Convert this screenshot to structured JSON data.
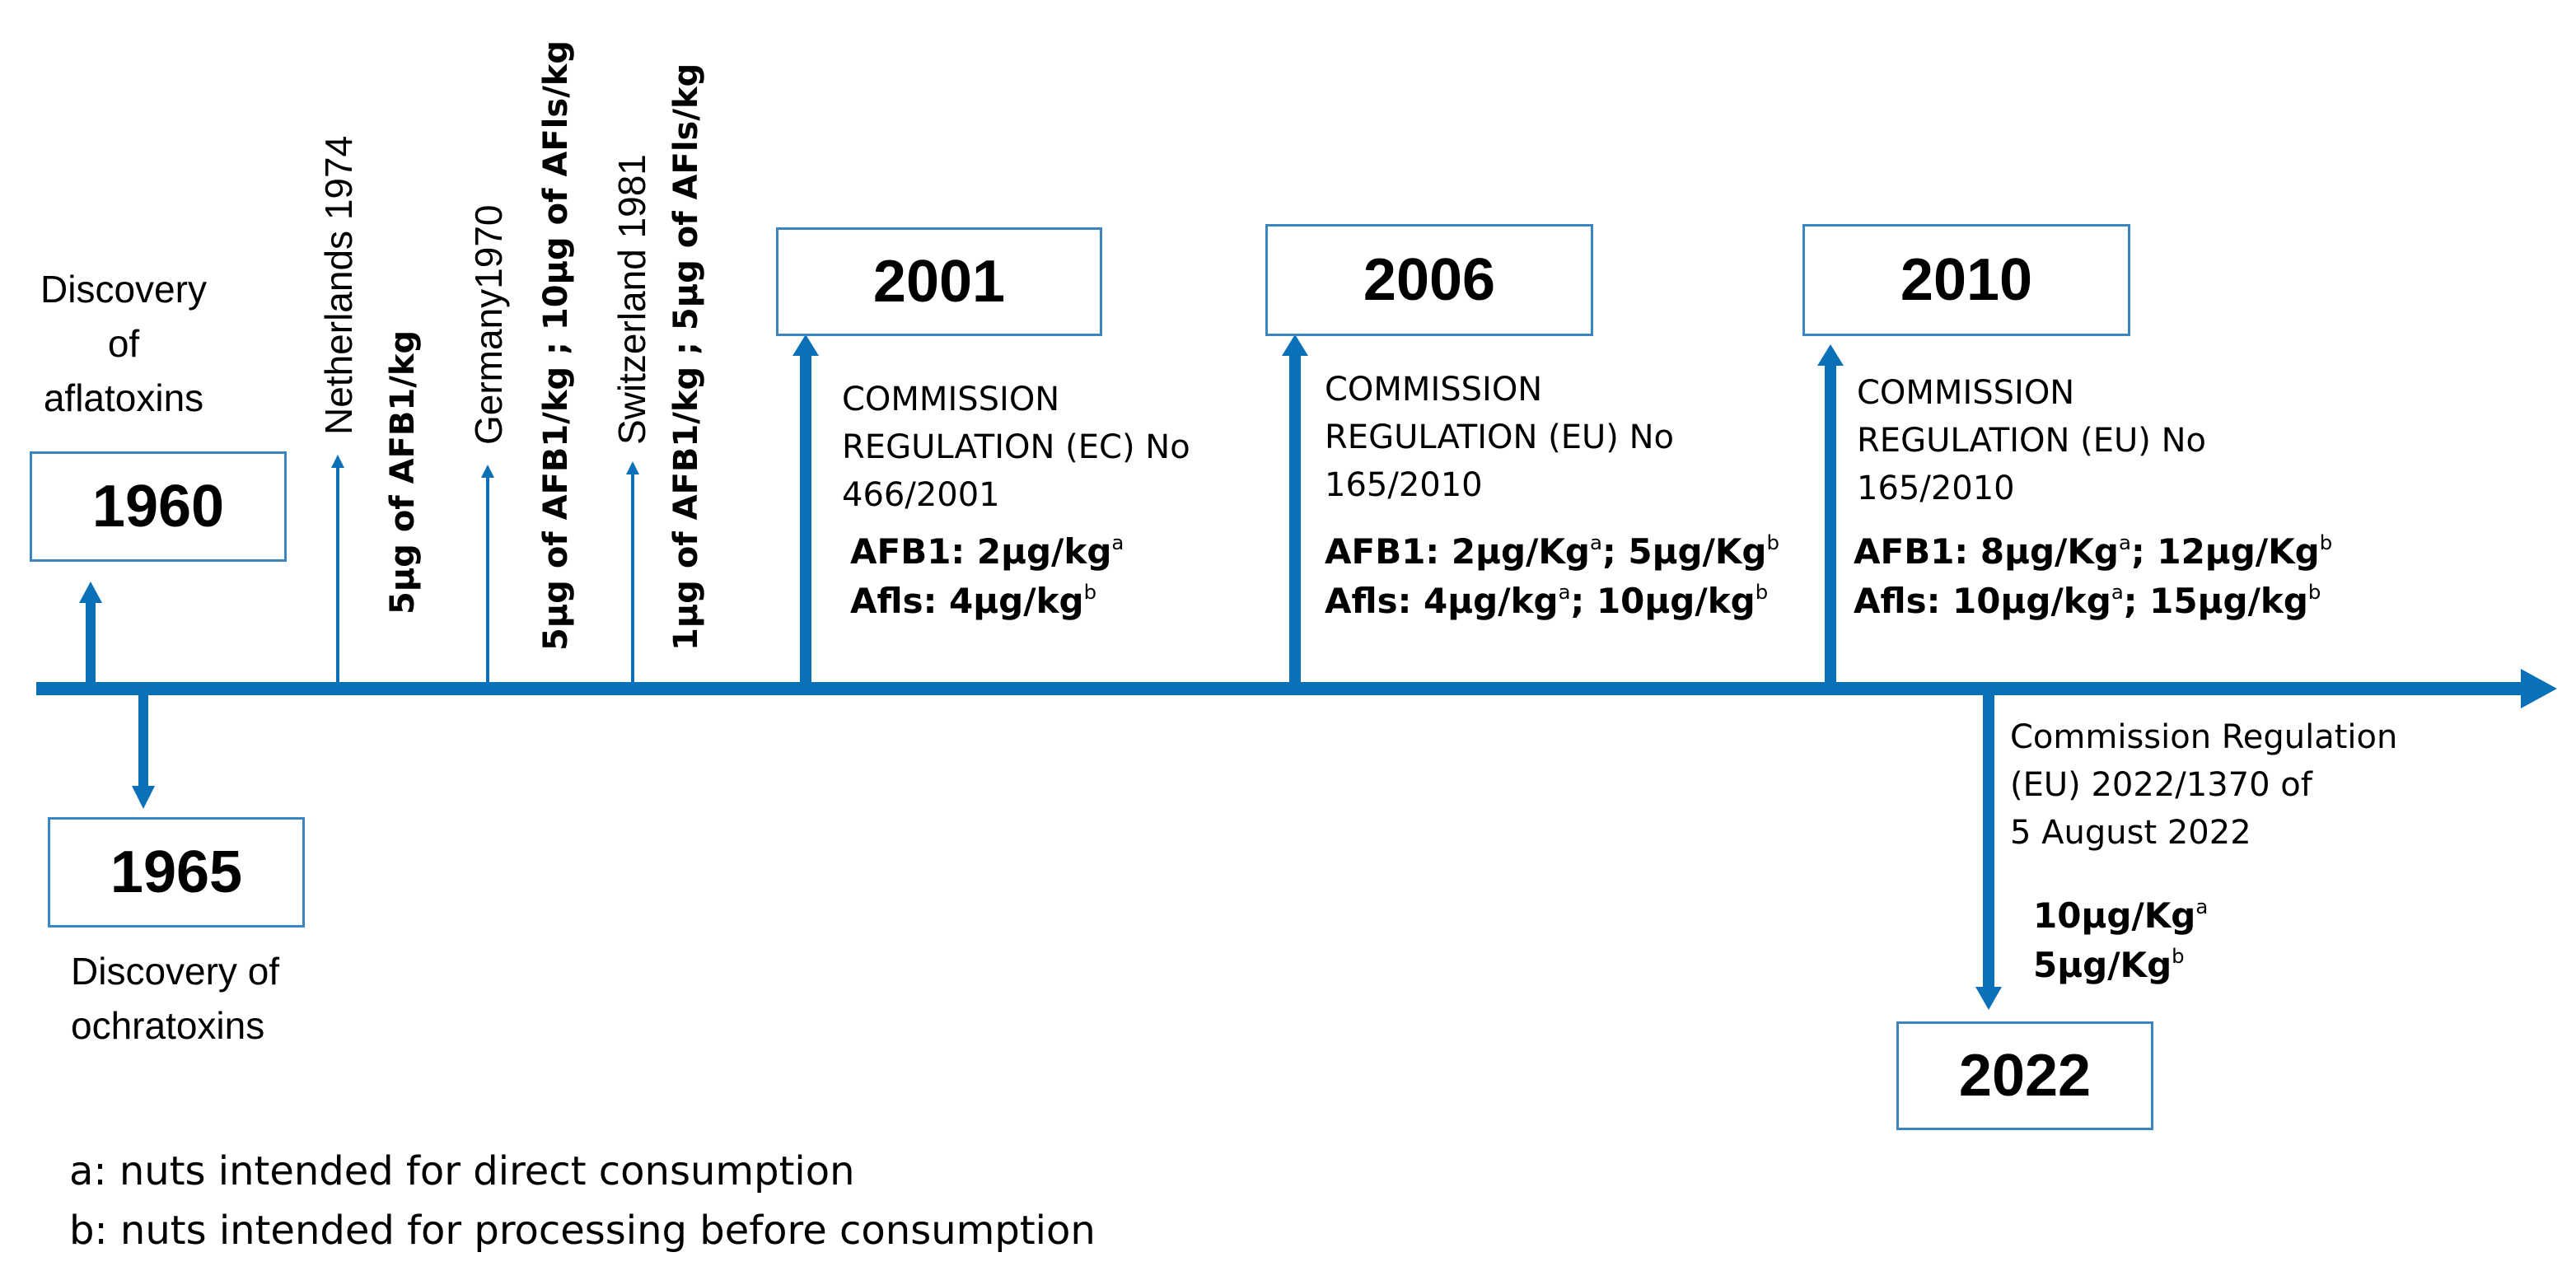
{
  "colors": {
    "accent": "#0a70b8",
    "box_border": "#3a86c2"
  },
  "events": {
    "e1960": {
      "year": "1960",
      "label": "Discovery of aflatoxins"
    },
    "e1965": {
      "year": "1965",
      "label_line1": "Discovery of",
      "label_line2": "ochratoxins"
    },
    "netherlands": {
      "name": "Netherlands 1974",
      "limit": "5μg of AFB1/kg"
    },
    "germany": {
      "name": "Germany1970",
      "limit": "5μg of AFB1/kg ; 10μg of AFls/kg"
    },
    "switzerland": {
      "name": "Switzerland 1981",
      "limit": "1μg of AFB1/kg ; 5μg of AFls/kg"
    },
    "e2001": {
      "year": "2001",
      "reg_line1": "COMMISSION",
      "reg_line2": "REGULATION (EC) No",
      "reg_line3": "466/2001",
      "afb1_prefix": "AFB1: 2μg/kg",
      "afb1_sup": "a",
      "afls_prefix": "Afls: 4μg/kg",
      "afls_sup": "b"
    },
    "e2006": {
      "year": "2006",
      "reg_line1": "COMMISSION",
      "reg_line2": "REGULATION (EU) No",
      "reg_line3": "165/2010",
      "afb1_a": "AFB1: 2μg/Kg",
      "afb1_sup_a": "a",
      "afb1_b": "; 5μg/Kg",
      "afb1_sup_b": "b",
      "afls_a": "Afls:  4μg/kg",
      "afls_sup_a": "a",
      "afls_b": "; 10μg/kg",
      "afls_sup_b": "b"
    },
    "e2010": {
      "year": "2010",
      "reg_line1": "COMMISSION",
      "reg_line2": "REGULATION (EU) No",
      "reg_line3": "165/2010",
      "afb1_a": "AFB1: 8μg/Kg",
      "afb1_sup_a": "a",
      "afb1_b": "; 12μg/Kg",
      "afb1_sup_b": "b",
      "afls_a": "Afls:  10μg/kg",
      "afls_sup_a": "a",
      "afls_b": "; 15μg/kg",
      "afls_sup_b": "b"
    },
    "e2022": {
      "year": "2022",
      "reg_line1": "Commission Regulation",
      "reg_line2": "(EU) 2022/1370 of",
      "reg_line3": "5 August 2022",
      "lim1": "10μg/Kg",
      "lim1_sup": "a",
      "lim2": "5μg/Kg",
      "lim2_sup": "b"
    }
  },
  "footnotes": {
    "a": "a: nuts intended for direct consumption",
    "b": "b: nuts intended for processing before consumption"
  }
}
